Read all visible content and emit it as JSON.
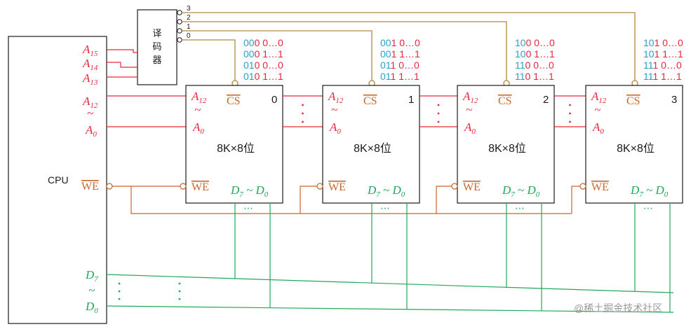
{
  "cpu": {
    "label": "CPU"
  },
  "decoder": {
    "label": "译码器",
    "outputs": [
      "3",
      "2",
      "1",
      "0"
    ]
  },
  "cpu_pins": {
    "a15": "A15",
    "a14": "A14",
    "a13": "A13",
    "a12": "A12",
    "a0": "A0",
    "tilde": "~",
    "we": "WE",
    "d7": "D7",
    "d0": "D0"
  },
  "chip_pins": {
    "a12": "A12",
    "a0": "A0",
    "tilde": "~",
    "cs": "CS",
    "we": "WE",
    "data": "D7 ~ D0",
    "dots": "⋯"
  },
  "chips": [
    {
      "index": "0",
      "label": "8K×8位",
      "codes": [
        {
          "h": "000",
          "l": "0…0"
        },
        {
          "h": "000",
          "l": "1…1"
        },
        {
          "h": "010",
          "l": "0…0"
        },
        {
          "h": "010",
          "l": "1…1"
        }
      ]
    },
    {
      "index": "1",
      "label": "8K×8位",
      "codes": [
        {
          "h": "001",
          "l": "0…0"
        },
        {
          "h": "001",
          "l": "1…1"
        },
        {
          "h": "011",
          "l": "0…0"
        },
        {
          "h": "011",
          "l": "1…1"
        }
      ]
    },
    {
      "index": "2",
      "label": "8K×8位",
      "codes": [
        {
          "h": "100",
          "l": "0…0"
        },
        {
          "h": "100",
          "l": "1…1"
        },
        {
          "h": "110",
          "l": "0…0"
        },
        {
          "h": "110",
          "l": "1…1"
        }
      ]
    },
    {
      "index": "3",
      "label": "8K×8位",
      "codes": [
        {
          "h": "101",
          "l": "0…0"
        },
        {
          "h": "101",
          "l": "1…1"
        },
        {
          "h": "111",
          "l": "0…0"
        },
        {
          "h": "111",
          "l": "1…1"
        }
      ]
    }
  ],
  "watermark": {
    "text": "@稀土掘金技术社区"
  },
  "colors": {
    "address": "#e8263b",
    "control": "#c8672a",
    "data": "#22a85a",
    "ink": "#1a1a1a",
    "code_high": "#2aa0c8",
    "code_low": "#e8263b"
  }
}
